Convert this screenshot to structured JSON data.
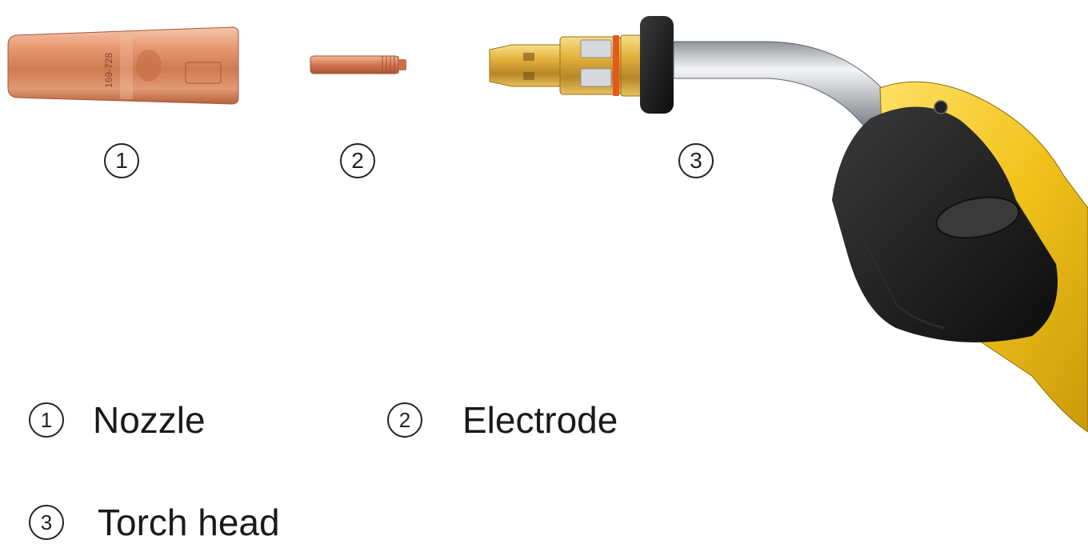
{
  "markers": {
    "one": "1",
    "two": "2",
    "three": "3"
  },
  "parts": [
    {
      "number": "1",
      "label": "Nozzle"
    },
    {
      "number": "2",
      "label": "Electrode"
    },
    {
      "number": "3",
      "label": "Torch head"
    }
  ],
  "nozzle_engraving": "169-728",
  "colors": {
    "copper": "#d88660",
    "brass": "#d9a93a",
    "handle_black": "#1c1c1c",
    "handle_yellow": "#f2c21b",
    "steel": "#c9ccd0"
  }
}
